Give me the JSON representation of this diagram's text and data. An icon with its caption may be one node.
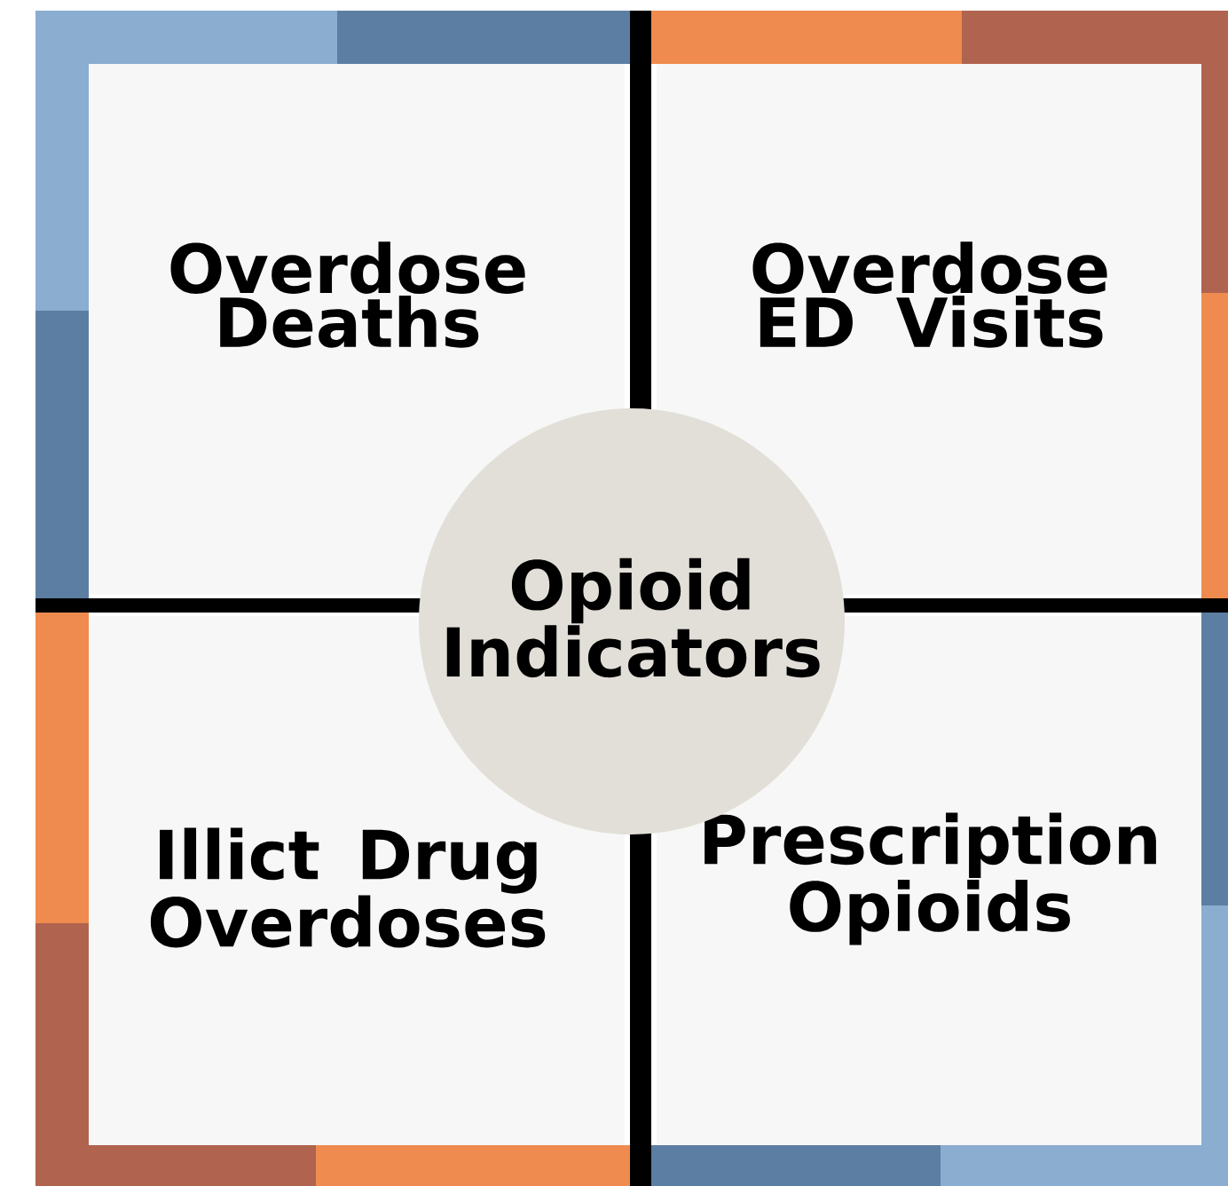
{
  "diagram": {
    "nodes": [
      {
        "text": [
          "Overdose Deaths"
        ]
      },
      {
        "text": [
          "Overdose ED Visits"
        ]
      },
      {
        "text": [
          "Opioid Indicators"
        ]
      },
      {
        "text": [
          "Illict Drug Overdoses"
        ]
      },
      {
        "text": [
          "Prescription Opioids"
        ]
      }
    ]
  }
}
